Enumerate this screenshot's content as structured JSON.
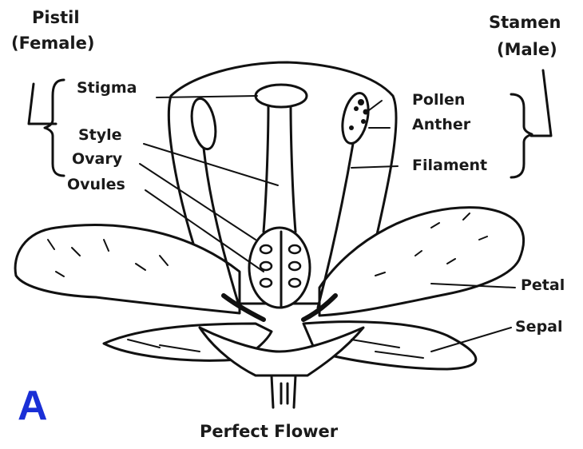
{
  "title": "Perfect Flower",
  "badge": {
    "text": "A",
    "color": "#1a2fd6"
  },
  "groups": {
    "pistil": {
      "line1": "Pistil",
      "line2": "(Female)"
    },
    "stamen": {
      "line1": "Stamen",
      "line2": "(Male)"
    }
  },
  "labels": {
    "stigma": "Stigma",
    "style": "Style",
    "ovary": "Ovary",
    "ovules": "Ovules",
    "pollen": "Pollen",
    "anther": "Anther",
    "filament": "Filament",
    "petal": "Petal",
    "sepal": "Sepal"
  }
}
